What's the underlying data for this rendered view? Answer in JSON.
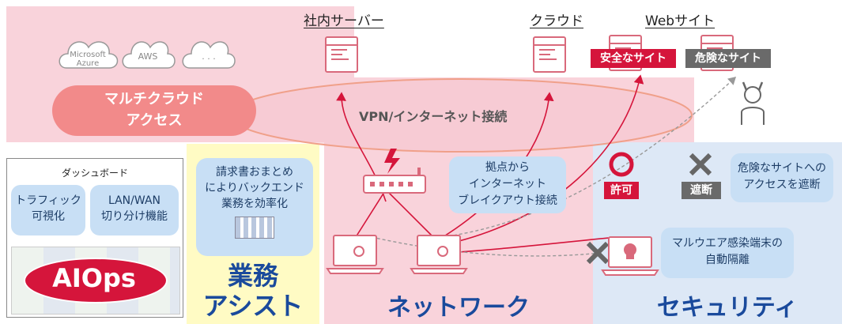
{
  "top": {
    "label_internal_server": "社内サーバー",
    "label_cloud": "クラウド",
    "label_web": "Webサイト",
    "tag_safe": "安全なサイト",
    "tag_danger": "危険なサイト",
    "clouds": [
      "Microsoft\nAzure",
      "AWS",
      ". . ."
    ],
    "multicloud_line1": "マルチクラウド",
    "multicloud_line2": "アクセス",
    "vpn_label": "VPN/インターネット接続"
  },
  "dashboard": {
    "title": "ダッシュボード",
    "traffic": "トラフィック\n可視化",
    "lanwan": "LAN/WAN\n切り分け機能",
    "aiops": "AIOps"
  },
  "assist": {
    "bubble": "請求書おまとめ\nによりバックエンド\n業務を効率化",
    "title_line1": "業務",
    "title_line2": "アシスト"
  },
  "network": {
    "breakout": "拠点から\nインターネット\nブレイクアウト接続",
    "title": "ネットワーク"
  },
  "security": {
    "permit": "許可",
    "block": "遮断",
    "block_desc": "危険なサイトへの\nアクセスを遮断",
    "isolate": "マルウエア感染端末の\n自動隔離",
    "title": "セキュリティ"
  },
  "colors": {
    "pink_band": "#f9d3db",
    "accent_red": "#d5153b",
    "blue_title": "#1a4a9c",
    "bubble_blue": "#c8dff5",
    "assist_yellow": "#fffbc4",
    "security_blue": "#dde8f6"
  }
}
